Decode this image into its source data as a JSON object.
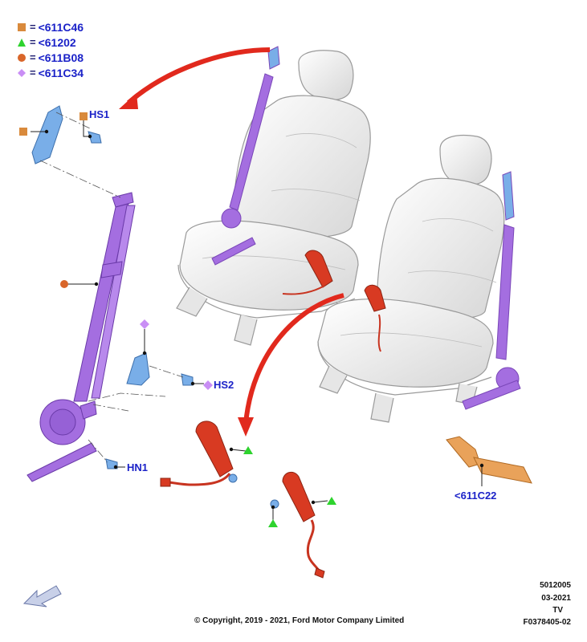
{
  "colors": {
    "legend_square": "#d98a3c",
    "legend_triangle": "#2ed32e",
    "legend_circle": "#d9662a",
    "legend_diamond": "#c98ef5",
    "belt_purple": "#a46ee0",
    "anchor_blue": "#79aee8",
    "buckle_red": "#d83a22",
    "strap_orange": "#e9a25a",
    "arrow_red": "#e1291d",
    "label_blue": "#1b22c8"
  },
  "legend": [
    {
      "icon": "square",
      "eq": "=",
      "code": "<611C46"
    },
    {
      "icon": "triangle",
      "eq": "=",
      "code": "<61202"
    },
    {
      "icon": "circle",
      "eq": "=",
      "code": "<611B08"
    },
    {
      "icon": "diamond",
      "eq": "=",
      "code": "<611C34"
    }
  ],
  "callouts": {
    "hs1": "HS1",
    "hs2": "HS2",
    "hn1": "HN1",
    "extension": "<611C22"
  },
  "footer": {
    "copyright": "© Copyright, 2019 - 2021, Ford Motor Company Limited",
    "ref_number": "5012005",
    "ref_date": "03-2021",
    "ref_tv": "TV",
    "ref_figure": "F0378405-02"
  }
}
